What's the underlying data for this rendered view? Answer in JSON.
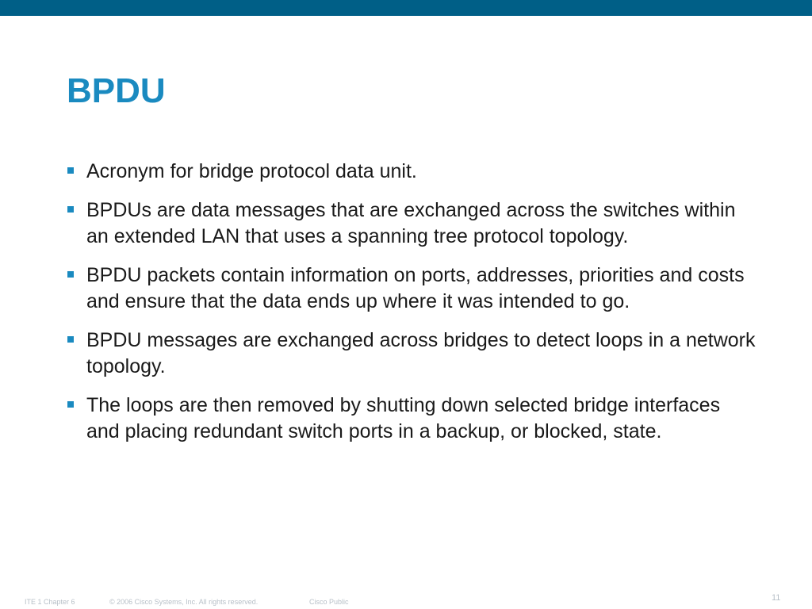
{
  "slide": {
    "title": "BPDU",
    "accent_color": "#1a8ac0",
    "header_bar_color": "#005f87",
    "bullet_icon": "square-bullet-icon",
    "bullets": [
      "Acronym for bridge protocol data unit.",
      "BPDUs are data messages that are exchanged across the switches within an extended LAN that uses a spanning tree protocol topology.",
      "BPDU packets contain information on ports, addresses, priorities and costs and ensure that the data ends up where it was intended to go.",
      "BPDU messages are exchanged across bridges to detect loops in a network topology.",
      "The loops are then removed by shutting down selected bridge interfaces and placing redundant switch ports in a backup, or blocked, state."
    ]
  },
  "footer": {
    "chapter": "ITE 1 Chapter 6",
    "copyright": "© 2006 Cisco Systems, Inc. All rights reserved.",
    "classification": "Cisco Public",
    "page_number": "11"
  }
}
